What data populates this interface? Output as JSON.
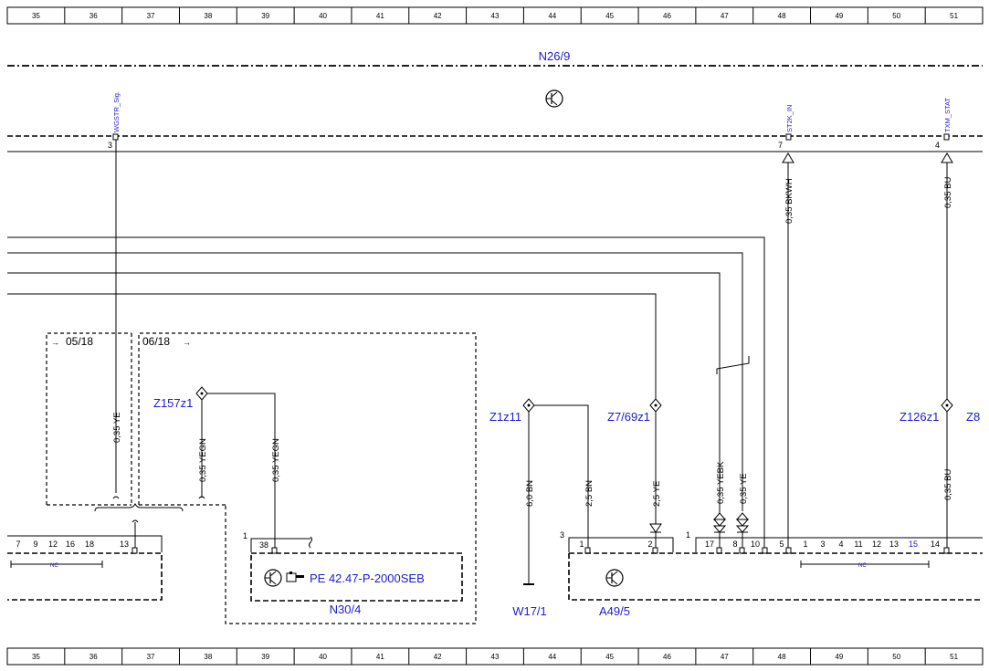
{
  "ruler": {
    "columns": [
      "35",
      "36",
      "37",
      "38",
      "39",
      "40",
      "41",
      "42",
      "43",
      "44",
      "45",
      "46",
      "47",
      "48",
      "49",
      "50",
      "51"
    ]
  },
  "components": {
    "n26_9": "N26/9",
    "n30_4": "N30/4",
    "a49_5": "A49/5",
    "w17_1": "W17/1",
    "pe_ref": "PE 42.47-P-2000SEB"
  },
  "signals": {
    "wgstr": "WGSTR_Sig.",
    "st2k": "ST2K_IN",
    "txm": "TXM_STAT"
  },
  "pins_top": {
    "p3": "3",
    "p7": "7",
    "p4": "4"
  },
  "splices": {
    "z157z1": "Z157z1",
    "z1z11": "Z1z11",
    "z7_69z1": "Z7/69z1",
    "z126z1": "Z126z1",
    "z8": "Z8"
  },
  "wires": {
    "ye_left": "0,35 YE",
    "yegn_a": "0,35 YEGN",
    "yegn_b": "0,35 YEGN",
    "bn_60": "6,0 BN",
    "bn_25": "2,5 BN",
    "ye_25": "2,5 YE",
    "yebk": "0,35 YEBK",
    "ye_035": "0,35 YE",
    "bkwh": "0,35 BKWH",
    "bu_top": "0,35 BU",
    "bu_bottom": "0,35 BU"
  },
  "page_refs": {
    "ref_05_18": "05/18",
    "ref_06_18": "06/18"
  },
  "connector_left": {
    "pins": [
      "7",
      "9",
      "12",
      "16",
      "18",
      "13"
    ],
    "nc": "NC"
  },
  "connector_n30": {
    "pin_1": "1",
    "pin_38": "38"
  },
  "connector_a49": {
    "pin_3": "3",
    "pins_a": [
      "1",
      "2"
    ],
    "pin_1b": "1",
    "pins_b": [
      "17",
      "8",
      "10",
      "5",
      "1",
      "3",
      "4",
      "11",
      "12",
      "13",
      "15",
      "14"
    ],
    "nc": "NC"
  }
}
